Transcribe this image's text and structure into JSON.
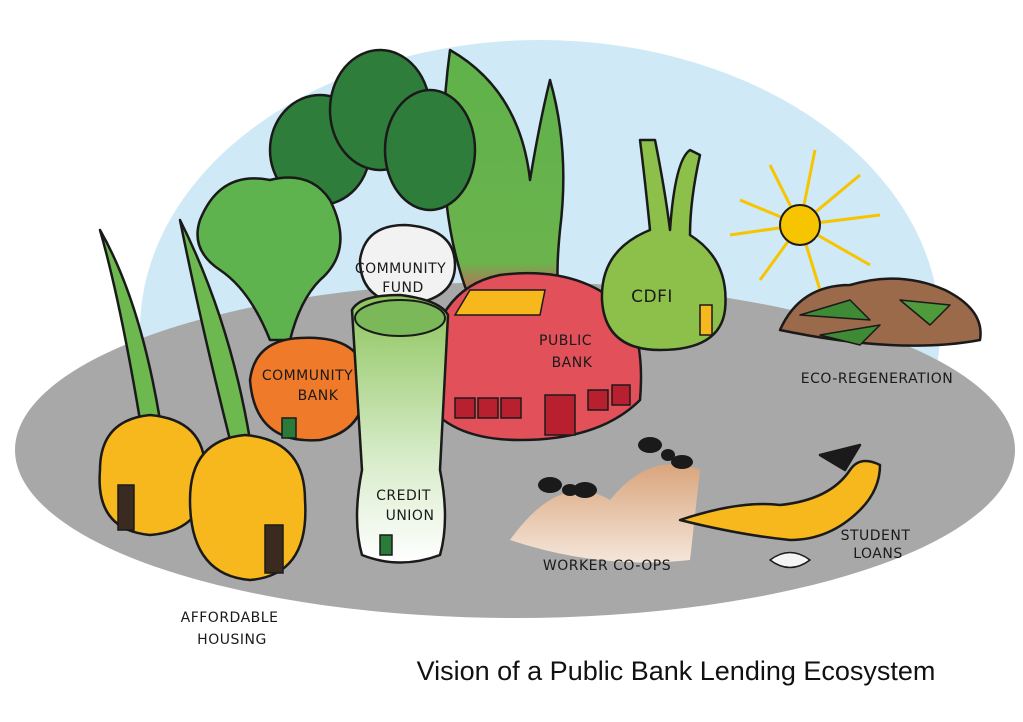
{
  "title": "Vision of a Public Bank Lending Ecosystem",
  "labels": {
    "community_fund": [
      "Community",
      "Fund"
    ],
    "community_bank": [
      "Community",
      "Bank"
    ],
    "public_bank": [
      "Public",
      "Bank"
    ],
    "cdfi": "CDFI",
    "eco_regeneration": "Eco-Regeneration",
    "credit_union": [
      "Credit",
      "Union"
    ],
    "worker_coops": "Worker Co-ops",
    "student_loans": [
      "Student",
      "Loans"
    ],
    "affordable_housing": [
      "Affordable",
      "Housing"
    ]
  },
  "colors": {
    "sky": "#cfe9f6",
    "ground": "#a8a8a8",
    "onion": "#f6b81c",
    "carrot": "#ee7a2a",
    "public_bank": "#e2505a",
    "cdfi": "#8cc04a",
    "sun": "#f7c400"
  }
}
